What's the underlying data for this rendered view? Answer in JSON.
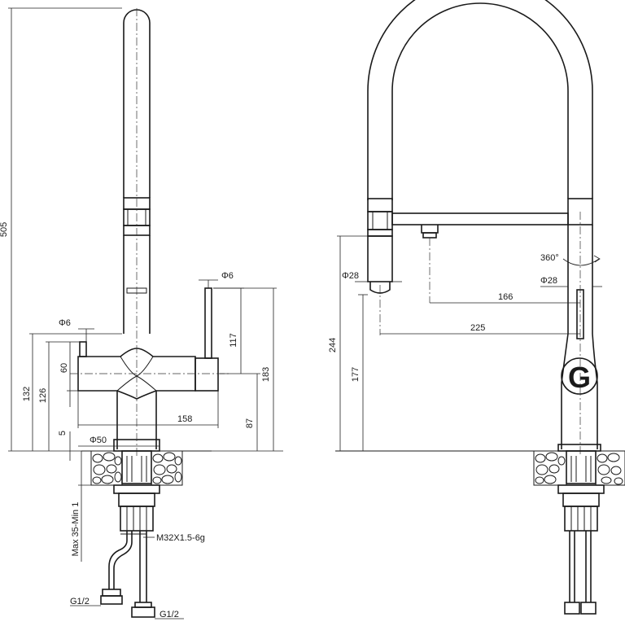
{
  "left_view": {
    "dims": {
      "height_total": "505",
      "handle_pin_dia": "Φ6",
      "spout_pin_dia": "Φ6",
      "h117": "117",
      "h183": "183",
      "h60": "60",
      "h132": "132",
      "h126": "126",
      "w158": "158",
      "h87": "87",
      "h5": "5",
      "base_dia": "Φ50",
      "thread": "M32X1.5-6g",
      "deck_range": "Max 35-Min 1",
      "hose_left": "G1/2",
      "hose_right": "G1/2"
    }
  },
  "right_view": {
    "dims": {
      "spout_dia": "Φ28",
      "rotation": "360°",
      "body_dia": "Φ28",
      "reach166": "166",
      "reach225": "225",
      "h244": "244",
      "h177": "177"
    }
  }
}
